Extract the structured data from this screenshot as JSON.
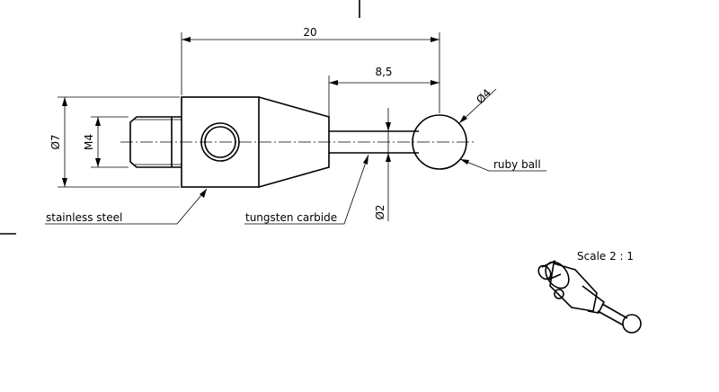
{
  "dimensions": {
    "overall_length": "20",
    "stem_length": "8,5",
    "ball_diameter": "Ø4",
    "body_diameter": "Ø7",
    "thread": "M4",
    "stem_diameter": "Ø2"
  },
  "labels": {
    "stainless_steel": "stainless steel",
    "tungsten_carbide": "tungsten carbide",
    "ruby_ball": "ruby ball",
    "scale": "Scale 2 : 1"
  }
}
